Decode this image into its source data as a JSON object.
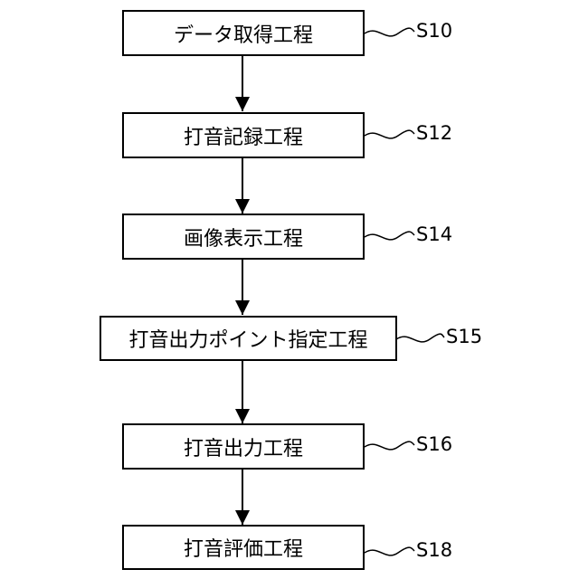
{
  "steps": [
    {
      "text": "データ取得工程",
      "label": "S10"
    },
    {
      "text": "打音記録工程",
      "label": "S12"
    },
    {
      "text": "画像表示工程",
      "label": "S14"
    },
    {
      "text": "打音出力ポイント指定工程",
      "label": "S15"
    },
    {
      "text": "打音出力工程",
      "label": "S16"
    },
    {
      "text": "打音評価工程",
      "label": "S18"
    }
  ]
}
